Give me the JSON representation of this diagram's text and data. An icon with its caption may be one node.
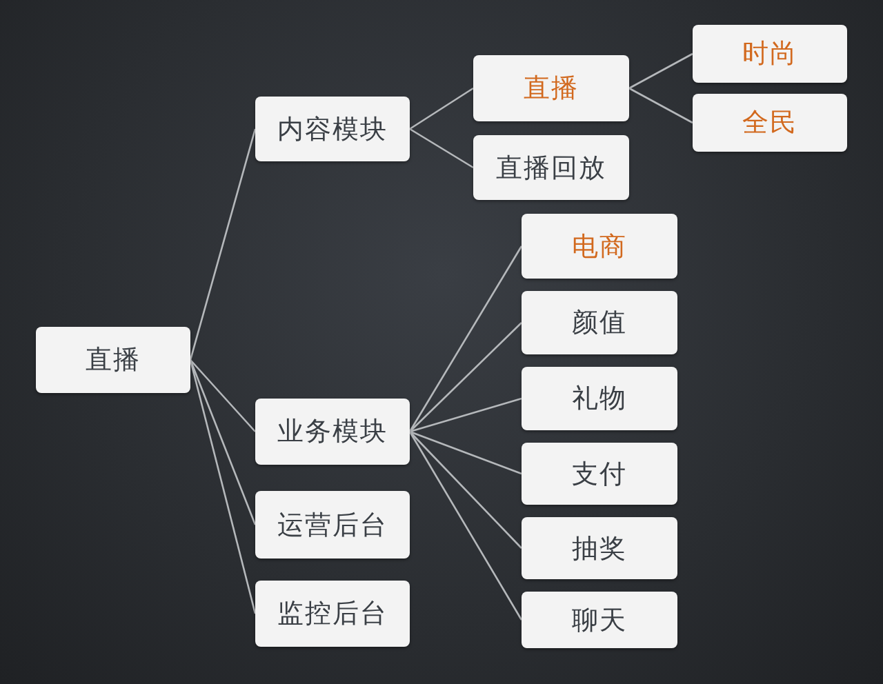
{
  "diagram": {
    "nodes": [
      {
        "text": [
          "直播"
        ]
      },
      {
        "text": [
          "内容模块"
        ]
      },
      {
        "text": [
          "直播"
        ]
      },
      {
        "text": [
          "直播回放"
        ]
      },
      {
        "text": [
          "时尚"
        ]
      },
      {
        "text": [
          "全民"
        ]
      },
      {
        "text": [
          "业务模块"
        ]
      },
      {
        "text": [
          "运营后台"
        ]
      },
      {
        "text": [
          "监控后台"
        ]
      },
      {
        "text": [
          "电商"
        ]
      },
      {
        "text": [
          "颜值"
        ]
      },
      {
        "text": [
          "礼物"
        ]
      },
      {
        "text": [
          "支付"
        ]
      },
      {
        "text": [
          "抽奖"
        ]
      },
      {
        "text": [
          "聊天"
        ]
      }
    ],
    "edges": [
      {
        "from": 0,
        "to": 1,
        "arrow": "none"
      },
      {
        "from": 1,
        "to": 2,
        "arrow": "none"
      },
      {
        "from": 1,
        "to": 3,
        "arrow": "none"
      },
      {
        "from": 2,
        "to": 4,
        "arrow": "none"
      },
      {
        "from": 2,
        "to": 5,
        "arrow": "none"
      },
      {
        "from": 0,
        "to": 6,
        "arrow": "none"
      },
      {
        "from": 0,
        "to": 7,
        "arrow": "none"
      },
      {
        "from": 0,
        "to": 8,
        "arrow": "none"
      },
      {
        "from": 6,
        "to": 9,
        "arrow": "none"
      },
      {
        "from": 6,
        "to": 10,
        "arrow": "none"
      },
      {
        "from": 6,
        "to": 11,
        "arrow": "none"
      },
      {
        "from": 6,
        "to": 12,
        "arrow": "none"
      },
      {
        "from": 6,
        "to": 13,
        "arrow": "none"
      },
      {
        "from": 6,
        "to": 14,
        "arrow": "none"
      }
    ]
  }
}
